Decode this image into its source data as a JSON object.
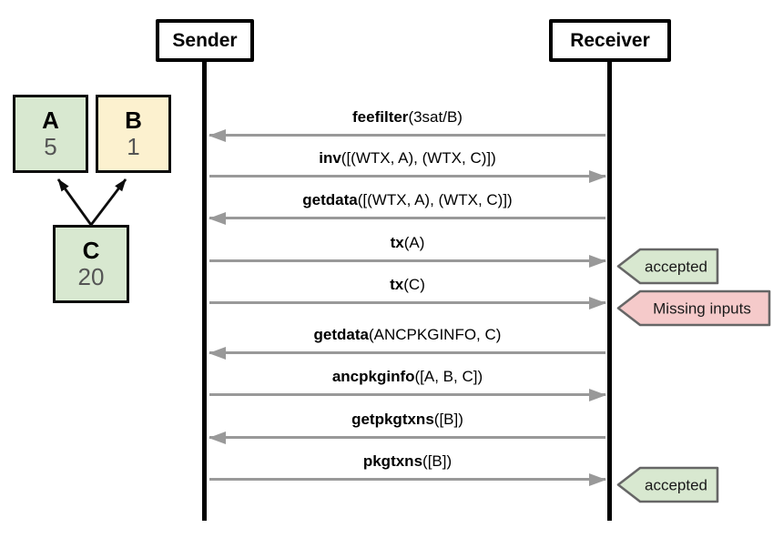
{
  "diagram": {
    "actors": [
      {
        "name": "Sender"
      },
      {
        "name": "Receiver"
      }
    ],
    "messages": [
      {
        "fn": "feefilter",
        "args": "(3sat/B)",
        "direction": "to_sender",
        "result": null
      },
      {
        "fn": "inv",
        "args": "([(WTX, A), (WTX, C)])",
        "direction": "to_receiver",
        "result": null
      },
      {
        "fn": "getdata",
        "args": "([(WTX, A), (WTX, C)])",
        "direction": "to_sender",
        "result": null
      },
      {
        "fn": "tx",
        "args": "(A)",
        "direction": "to_receiver",
        "result": {
          "label": "accepted",
          "status": "success"
        }
      },
      {
        "fn": "tx",
        "args": "(C)",
        "direction": "to_receiver",
        "result": {
          "label": "Missing inputs",
          "status": "error"
        }
      },
      {
        "fn": "getdata",
        "args": "(ANCPKGINFO, C)",
        "direction": "to_sender",
        "result": null
      },
      {
        "fn": "ancpkginfo",
        "args": "([A, B, C])",
        "direction": "to_receiver",
        "result": null
      },
      {
        "fn": "getpkgtxns",
        "args": "([B])",
        "direction": "to_sender",
        "result": null
      },
      {
        "fn": "pkgtxns",
        "args": "([B])",
        "direction": "to_receiver",
        "result": {
          "label": "accepted",
          "status": "success"
        }
      }
    ]
  },
  "package_graph": {
    "nodes": [
      {
        "id": "A",
        "fee": "5",
        "color": "green"
      },
      {
        "id": "B",
        "fee": "1",
        "color": "yellow"
      },
      {
        "id": "C",
        "fee": "20",
        "color": "green"
      }
    ],
    "edges": [
      {
        "from": "C",
        "to": "A"
      },
      {
        "from": "C",
        "to": "B"
      }
    ]
  },
  "colors": {
    "green": "#d8e8d0",
    "yellow": "#fcf1cf",
    "pink": "#f5caca",
    "badge_border": "#666666",
    "arrow": "#999999",
    "node_border": "#0d0d0d",
    "lifeline": "#000000"
  }
}
